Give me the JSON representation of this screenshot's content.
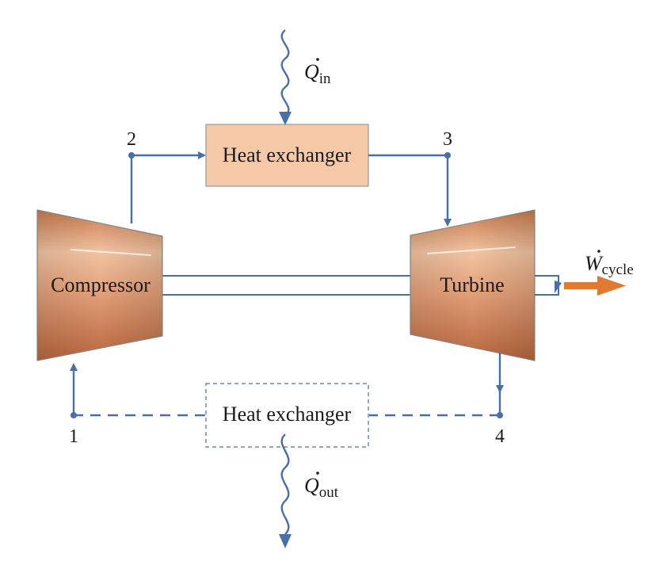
{
  "components": {
    "heat_exchanger_top": "Heat exchanger",
    "heat_exchanger_bottom": "Heat exchanger",
    "compressor": "Compressor",
    "turbine": "Turbine"
  },
  "states": {
    "s1": "1",
    "s2": "2",
    "s3": "3",
    "s4": "4"
  },
  "energy": {
    "q_in_symbol": "Q",
    "q_in_subscript": "in",
    "q_out_symbol": "Q",
    "q_out_subscript": "out",
    "w_cycle_symbol": "W",
    "w_cycle_subscript": "cycle"
  },
  "colors": {
    "flow_line": "#4a6fa5",
    "heat_exchanger_fill": "#f5c9a8",
    "machine_fill": "#d9885a",
    "work_arrow": "#e07a30"
  }
}
